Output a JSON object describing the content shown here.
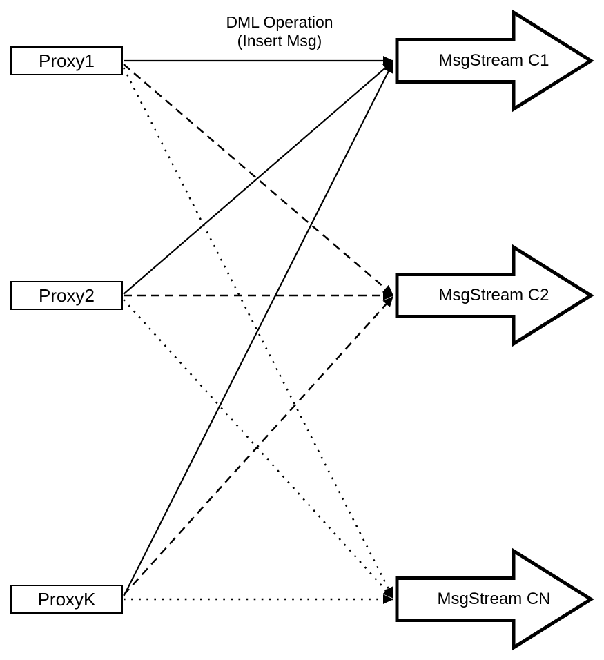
{
  "diagram": {
    "title": {
      "line1": "DML Operation",
      "line2": "(Insert Msg)"
    },
    "proxies": [
      {
        "label": "Proxy1"
      },
      {
        "label": "Proxy2"
      },
      {
        "label": "ProxyK"
      }
    ],
    "streams": [
      {
        "label": "MsgStream C1"
      },
      {
        "label": "MsgStream C2"
      },
      {
        "label": "MsgStream CN"
      }
    ],
    "edges": [
      {
        "from": "Proxy1",
        "to": "MsgStream C1",
        "style": "solid"
      },
      {
        "from": "Proxy2",
        "to": "MsgStream C1",
        "style": "solid"
      },
      {
        "from": "ProxyK",
        "to": "MsgStream C1",
        "style": "solid"
      },
      {
        "from": "Proxy1",
        "to": "MsgStream C2",
        "style": "dashed"
      },
      {
        "from": "Proxy2",
        "to": "MsgStream C2",
        "style": "dashed"
      },
      {
        "from": "ProxyK",
        "to": "MsgStream C2",
        "style": "dashed"
      },
      {
        "from": "Proxy1",
        "to": "MsgStream CN",
        "style": "dotted"
      },
      {
        "from": "Proxy2",
        "to": "MsgStream CN",
        "style": "dotted"
      },
      {
        "from": "ProxyK",
        "to": "MsgStream CN",
        "style": "dotted"
      }
    ],
    "colors": {
      "ink": "#000000",
      "background": "#ffffff"
    }
  }
}
